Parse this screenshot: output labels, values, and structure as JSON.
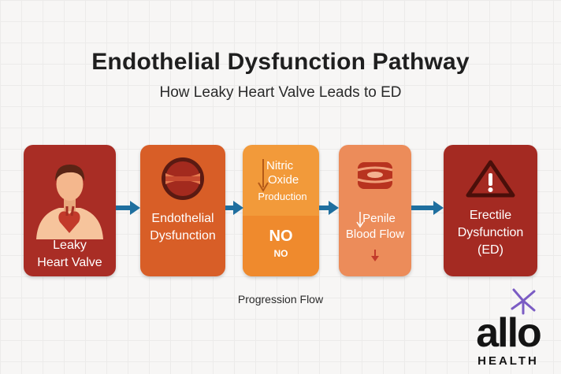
{
  "header": {
    "title": "Endothelial Dysfunction Pathway",
    "subtitle": "How Leaky Heart Valve Leads to ED"
  },
  "steps": [
    {
      "label_line1": "Leaky",
      "label_line2": "Heart Valve",
      "icon": "person-heart-icon"
    },
    {
      "label_line1": "Endothelial",
      "label_line2": "Dysfunction",
      "icon": "blood-vessel-icon"
    },
    {
      "label_line1": "Nitric",
      "label_line2": "Oxide",
      "label_line3": "Production",
      "no_big": "NO",
      "no_small": "NO",
      "icon": "down-arrow-icon"
    },
    {
      "label_line1": "Penile",
      "label_line2": "Blood Flow",
      "icon": "artery-icon"
    },
    {
      "label_line1": "Erectile",
      "label_line2": "Dysfunction",
      "label_line3": "(ED)",
      "icon": "warning-icon"
    }
  ],
  "flow_label": "Progression Flow",
  "brand": {
    "word": "allo",
    "sub": "HEALTH",
    "icon": "molecule-icon"
  },
  "colors": {
    "box1": "#a92d25",
    "box2": "#d85e27",
    "box3": "#f29a3a",
    "box4": "#ec8c5a",
    "box5": "#a42a22",
    "arrow": "#1f6f9f",
    "accent": "#7b5cc4"
  }
}
